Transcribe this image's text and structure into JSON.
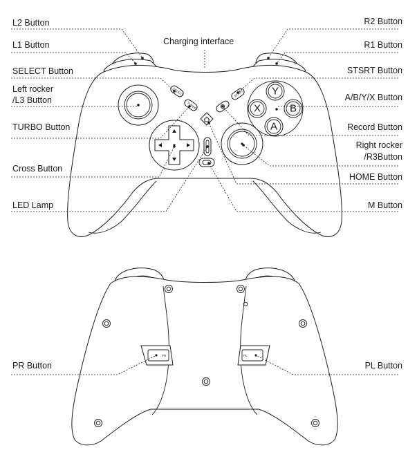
{
  "front_labels": {
    "l2": "L2 Button",
    "l1": "L1 Button",
    "select": "SELECT Button",
    "left_rocker_1": "Left rocker",
    "left_rocker_2": "/L3 Button",
    "turbo": "TURBO Button",
    "cross": "Cross Button",
    "led": "LED Lamp",
    "charging": "Charging interface",
    "r2": "R2 Button",
    "r1": "R1 Button",
    "start": "STSRT Button",
    "abyx": "A/B/Y/X Button",
    "record": "Record Button",
    "right_rocker_1": "Right rocker",
    "right_rocker_2": "/R3Button",
    "home": "HOME Button",
    "m": "M Button"
  },
  "back_labels": {
    "pr": "PR Button",
    "pl": "PL Button"
  },
  "controller_markings": {
    "select": "SELECT",
    "start": "START",
    "turbo": "TURBO",
    "face_y": "Y",
    "face_x": "X",
    "face_b": "B",
    "face_a": "A",
    "pr": "PR",
    "pl": "PL"
  }
}
